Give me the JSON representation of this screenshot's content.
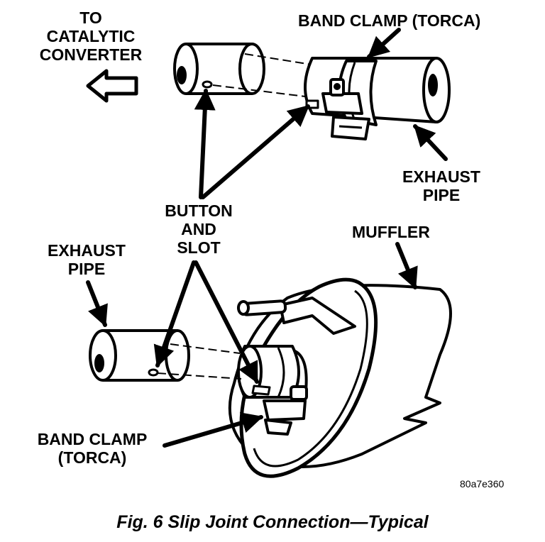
{
  "labels": {
    "to_catalytic_line1": "TO",
    "to_catalytic_line2": "CATALYTIC",
    "to_catalytic_line3": "CONVERTER",
    "band_clamp_top": "BAND CLAMP (TORCA)",
    "exhaust_pipe_top_line1": "EXHAUST",
    "exhaust_pipe_top_line2": "PIPE",
    "button_slot_line1": "BUTTON",
    "button_slot_line2": "AND",
    "button_slot_line3": "SLOT",
    "muffler": "MUFFLER",
    "exhaust_pipe_bottom_line1": "EXHAUST",
    "exhaust_pipe_bottom_line2": "PIPE",
    "band_clamp_bottom_line1": "BAND CLAMP",
    "band_clamp_bottom_line2": "(TORCA)"
  },
  "figure_code": "80a7e360",
  "caption": "Fig. 6 Slip Joint Connection—Typical"
}
